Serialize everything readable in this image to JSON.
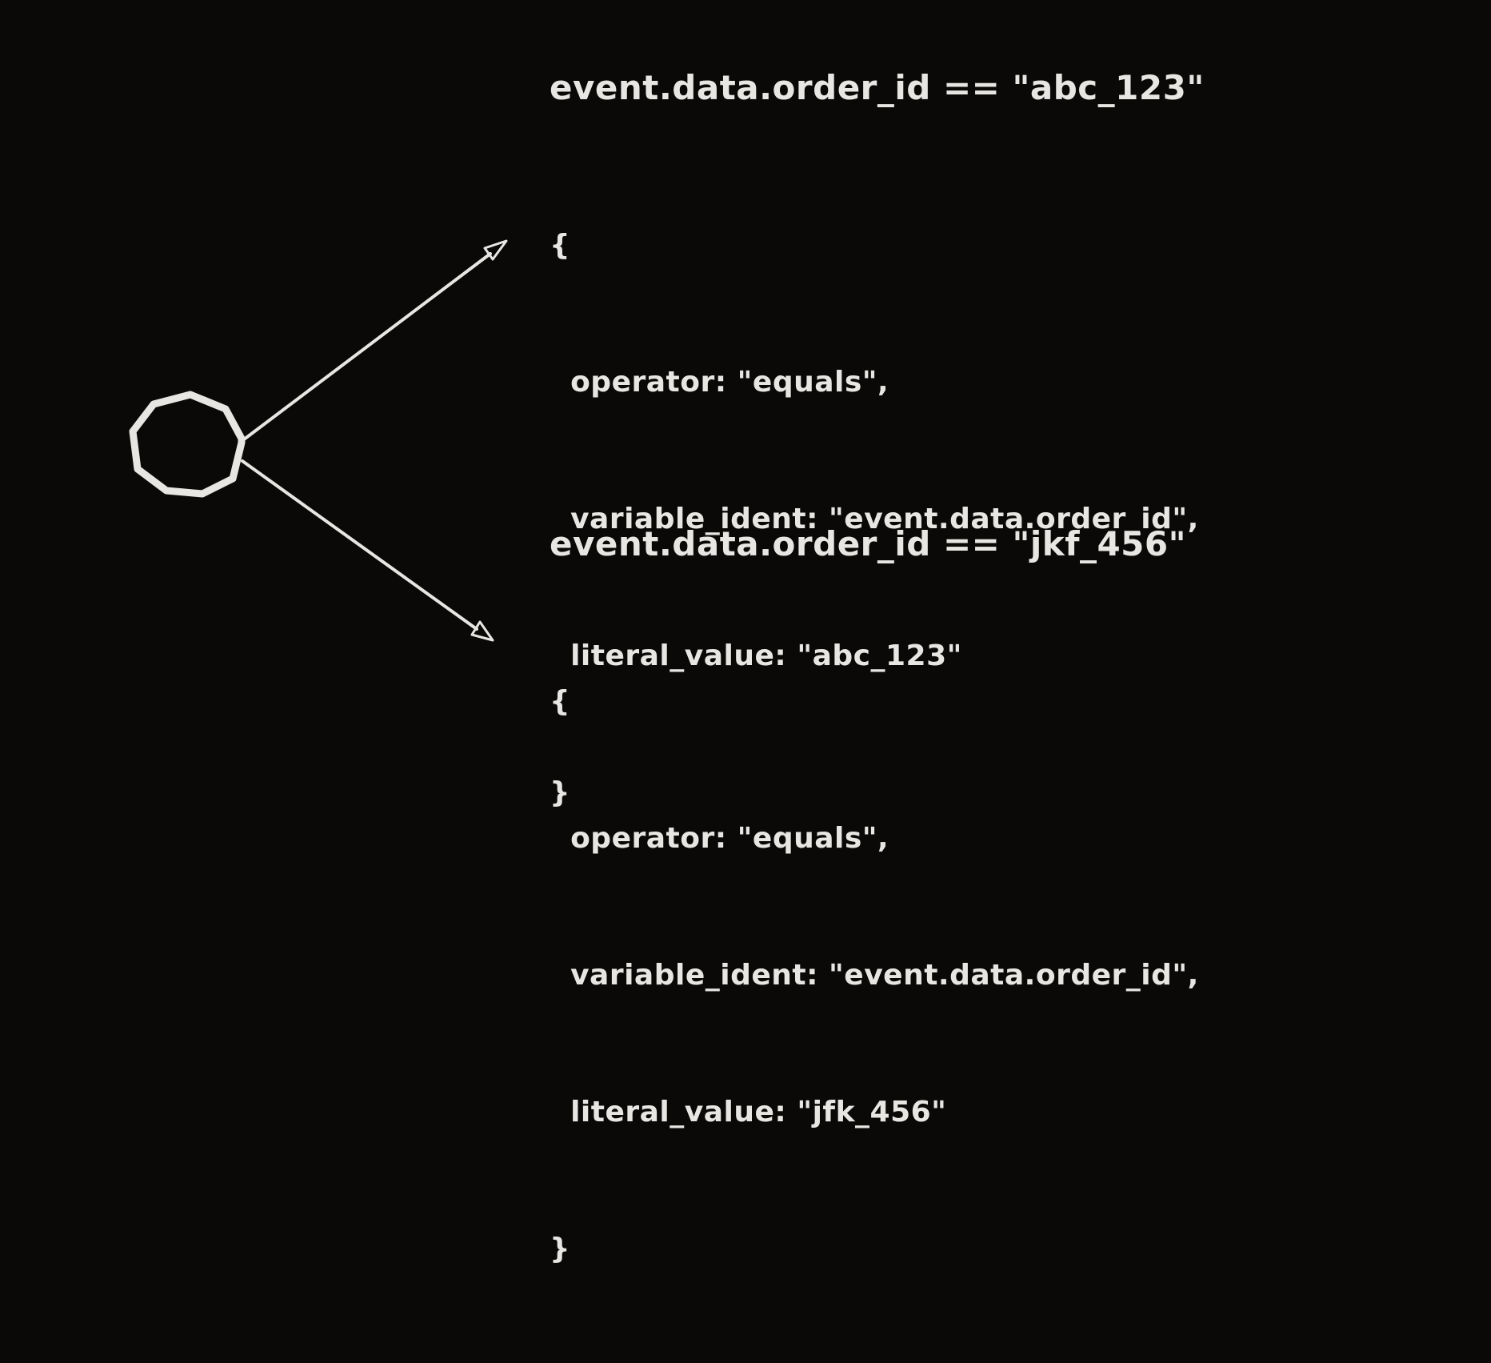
{
  "colors": {
    "background": "#0a0908",
    "ink": "#e8e6e3"
  },
  "diagram": {
    "node": {
      "shape": "circle-node",
      "description": "hand-drawn circle state node with two arrows branching right"
    },
    "blocks": [
      {
        "title": "event.data.order_id == \"abc_123\"",
        "code": [
          "{",
          "  operator: \"equals\",",
          "  variable_ident: \"event.data.order_id\",",
          "  literal_value: \"abc_123\"",
          "}"
        ]
      },
      {
        "title": "event.data.order_id == \"jkf_456\"",
        "code": [
          "{",
          "  operator: \"equals\",",
          "  variable_ident: \"event.data.order_id\",",
          "  literal_value: \"jfk_456\"",
          "}"
        ]
      }
    ]
  }
}
